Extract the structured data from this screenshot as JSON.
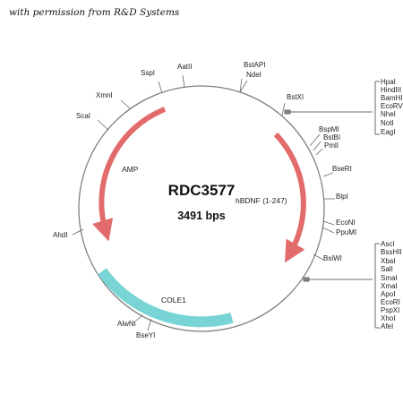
{
  "credit": "with permission from R&D Systems",
  "plasmid": {
    "name": "RDC3577",
    "size": "3491 bps"
  },
  "features": {
    "amp": "AMP",
    "insert": "hBDNF (1-247)",
    "ori": "COLE1"
  },
  "sites": [
    "SspI",
    "AatII",
    "BstAPI",
    "NdeI",
    "XmnI",
    "ScaI",
    "BstXI",
    "BspMI",
    "BstBI",
    "PmlI",
    "BseRI",
    "BlpI",
    "EcoNI",
    "PpuMI",
    "BsiWI",
    "AhdI",
    "AlwNI",
    "BseYI"
  ],
  "mcs_upper": [
    "HpaI",
    "HindIII",
    "BamHI",
    "EcoRV",
    "NheI",
    "NotI",
    "EagI"
  ],
  "mcs_lower": [
    "AscI",
    "BssHII",
    "XbaI",
    "SalI",
    "SmaI",
    "XmaI",
    "ApoI",
    "EcoRI",
    "PspXI",
    "XhoI",
    "AfeI"
  ],
  "colors": {
    "backbone": "#808080",
    "feature_arrow": "#e26b6b",
    "ori_arc": "#79d4d6"
  }
}
